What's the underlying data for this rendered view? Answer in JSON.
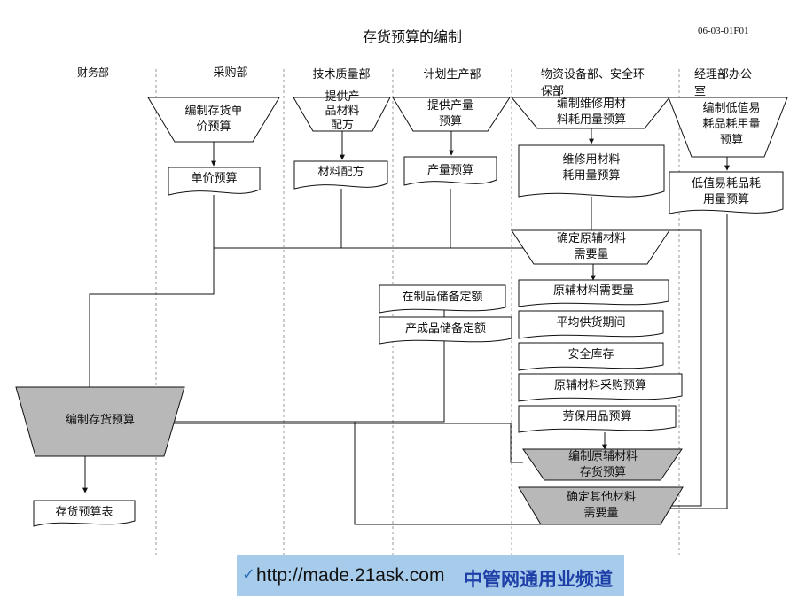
{
  "header": {
    "title": "存货预算的编制",
    "code": "06-03-01F01"
  },
  "lanes": {
    "finance": "财务部",
    "purchasing": "采购部",
    "tech_quality": "技术质量部",
    "planning": "计划生产部",
    "materials_line1": "物资设备部、安全环",
    "materials_line2": "保部",
    "gm_office_line1": "经理部办公",
    "gm_office_line2": "室"
  },
  "nodes": {
    "unit_price_budget_task": [
      "编制存货单",
      "价预算"
    ],
    "unit_price_budget": "单价预算",
    "provide_formula": [
      "提供产",
      "品材料",
      "配方"
    ],
    "material_formula": "材料配方",
    "provide_output": [
      "提供产量",
      "预算"
    ],
    "output_budget": "产量预算",
    "maint_material_task": [
      "编制维修用材",
      "料耗用量预算"
    ],
    "maint_material_budget": [
      "维修用材料",
      "耗用量预算"
    ],
    "low_value_task": [
      "编制低值易",
      "耗品耗用量",
      "预算"
    ],
    "low_value_budget": [
      "低值易耗品耗",
      "用量预算"
    ],
    "confirm_raw_need": [
      "确定原辅材料",
      "需要量"
    ],
    "raw_need": "原辅材料需要量",
    "avg_supply_period": "平均供货期间",
    "safety_stock": "安全库存",
    "raw_purchase_budget": "原辅材料采购预算",
    "labor_supplies_budget": "劳保用品预算",
    "wip_quota": "在制品储备定额",
    "finished_quota": "产成品储备定额",
    "raw_inventory_budget": [
      "编制原辅材料",
      "存货预算"
    ],
    "other_material_need": [
      "确定其他材料",
      "需要量"
    ],
    "inventory_budget_task": "编制存货预算",
    "inventory_budget_table": "存货预算表"
  },
  "banner": {
    "check": "✓",
    "url": "http://made.21ask.com",
    "text": "中管网通用业频道"
  },
  "colors": {
    "gray_fill": "#b8b8b8",
    "banner_bg": "#a7cbea",
    "banner_text": "#1f3fa8"
  }
}
